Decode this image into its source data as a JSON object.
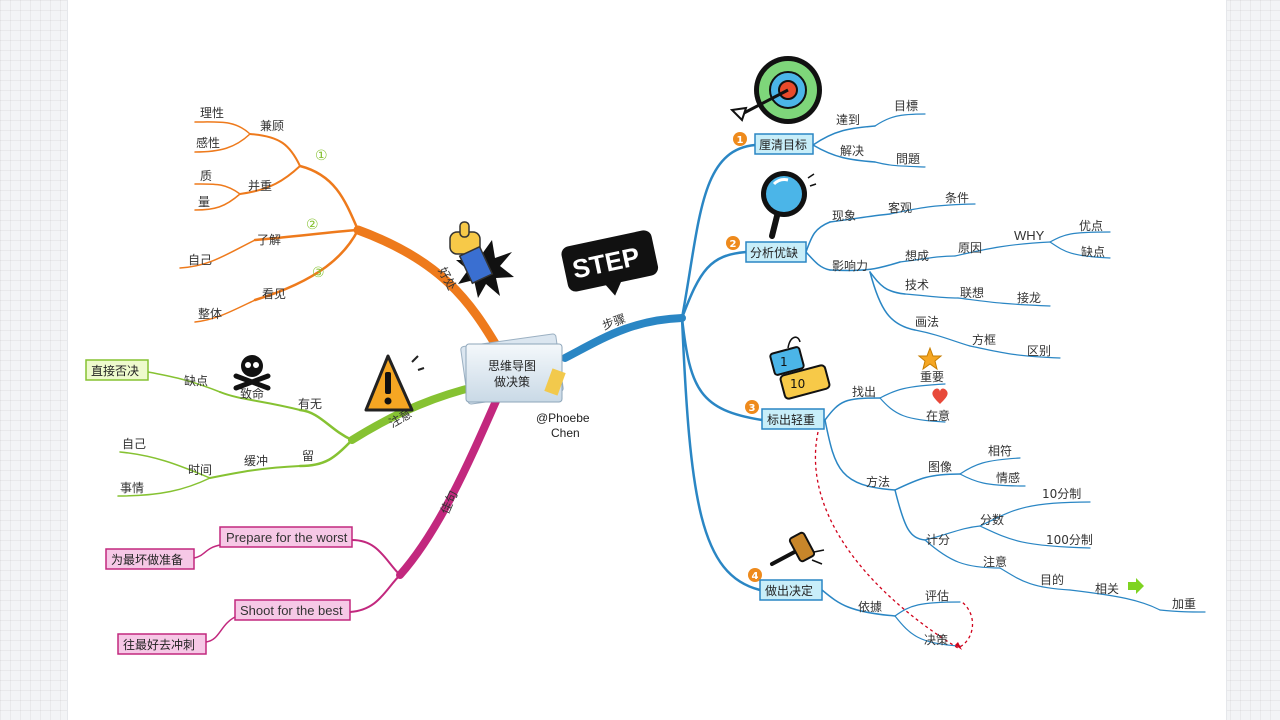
{
  "center": {
    "line1": "思维导图",
    "line2": "做决策"
  },
  "credit": {
    "line1": "@Phoebe",
    "line2": "Chen"
  },
  "step_icon_text": "STEP",
  "colors": {
    "orange": "#ee7a1c",
    "green": "#86c232",
    "magenta": "#c2287e",
    "blue": "#2a86c4",
    "cyan_box": "#c8eef9",
    "pink_box": "#f6c8e6",
    "yellow_box": "#eefacd"
  },
  "left": {
    "benefit": {
      "label": "好处",
      "numbers": [
        "①",
        "②",
        "③"
      ],
      "jiangu": "兼顾",
      "lixing": "理性",
      "ganxing": "感性",
      "bingzhong": "并重",
      "zhi": "质",
      "liang": "量",
      "liaojie": "了解",
      "ziji": "自己",
      "kanjian": "看见",
      "zhengti": "整体"
    },
    "caution": {
      "label": "注意",
      "youwu": "有无",
      "zhiming": "致命",
      "quedian": "缺点",
      "zhijie": "直接否决",
      "liu": "留",
      "huanchong": "缓冲",
      "shijian": "时间",
      "ziji": "自己",
      "shiqing": "事情"
    },
    "quote": {
      "label": "佳句",
      "prepare": "Prepare for the worst",
      "prepare_cn": "为最坏做准备",
      "shoot": "Shoot for the best",
      "shoot_cn": "往最好去冲刺"
    }
  },
  "right": {
    "label": "步骤",
    "badges": [
      "1",
      "2",
      "3",
      "4"
    ],
    "s1": {
      "title": "厘清目标",
      "dadao": "達到",
      "mubiao": "目標",
      "jiejue": "解决",
      "wenti": "問題"
    },
    "s2": {
      "title": "分析优缺",
      "xianxiang": "现象",
      "keguan": "客观",
      "tiaojian": "条件",
      "yingxiang": "影响力",
      "xiangcheng": "想成",
      "yuanyin": "原因",
      "why": "WHY",
      "youdian": "优点",
      "quedian": "缺点",
      "jishu": "技术",
      "lianxiang": "联想",
      "jielong": "接龙",
      "huafa": "画法",
      "fangkuang": "方框",
      "qubie": "区别"
    },
    "s3": {
      "title": "标出轻重",
      "zhaochu": "找出",
      "zhongyao": "重要",
      "zaiyi": "在意",
      "fangfa": "方法",
      "tuxiang": "图像",
      "xiangfu": "相符",
      "qinggan": "情感",
      "jifen": "计分",
      "fenshu": "分数",
      "ten": "10分制",
      "hundred": "100分制",
      "zhuyi": "注意",
      "mude": "目的",
      "xiangguan": "相关",
      "jiazhong": "加重"
    },
    "s4": {
      "title": "做出决定",
      "yiju": "依據",
      "pinggu": "评估",
      "juece": "决策"
    }
  }
}
